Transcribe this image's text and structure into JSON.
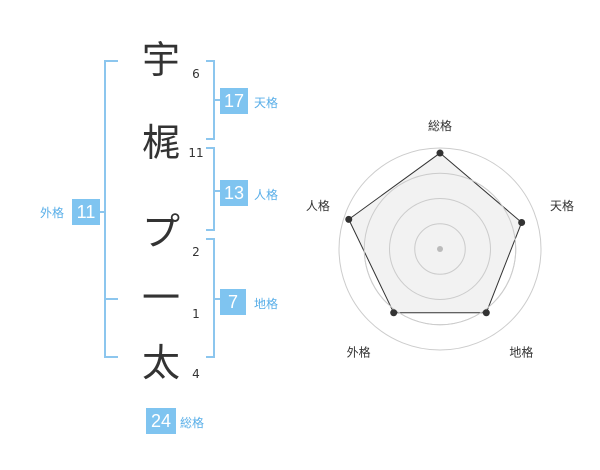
{
  "name": {
    "chars": [
      "宇",
      "梶",
      "プ",
      "一",
      "太"
    ],
    "strokes": [
      "6",
      "11",
      "2",
      "1",
      "4"
    ]
  },
  "fortune": {
    "tenkaku": {
      "value": "17",
      "label": "天格"
    },
    "jinkaku": {
      "value": "13",
      "label": "人格"
    },
    "chikaku": {
      "value": "7",
      "label": "地格"
    },
    "gaikaku": {
      "value": "11",
      "label": "外格"
    },
    "soukaku": {
      "value": "24",
      "label": "総格"
    }
  },
  "chart_data": {
    "type": "radar",
    "axes": [
      "総格",
      "天格",
      "地格",
      "外格",
      "人格"
    ],
    "values": [
      0.95,
      0.85,
      0.78,
      0.78,
      0.95
    ],
    "rings": 4,
    "colors": {
      "fill": "#f0f0f0",
      "line": "#333333",
      "grid": "#cccccc",
      "center": "#bbbbbb"
    }
  }
}
